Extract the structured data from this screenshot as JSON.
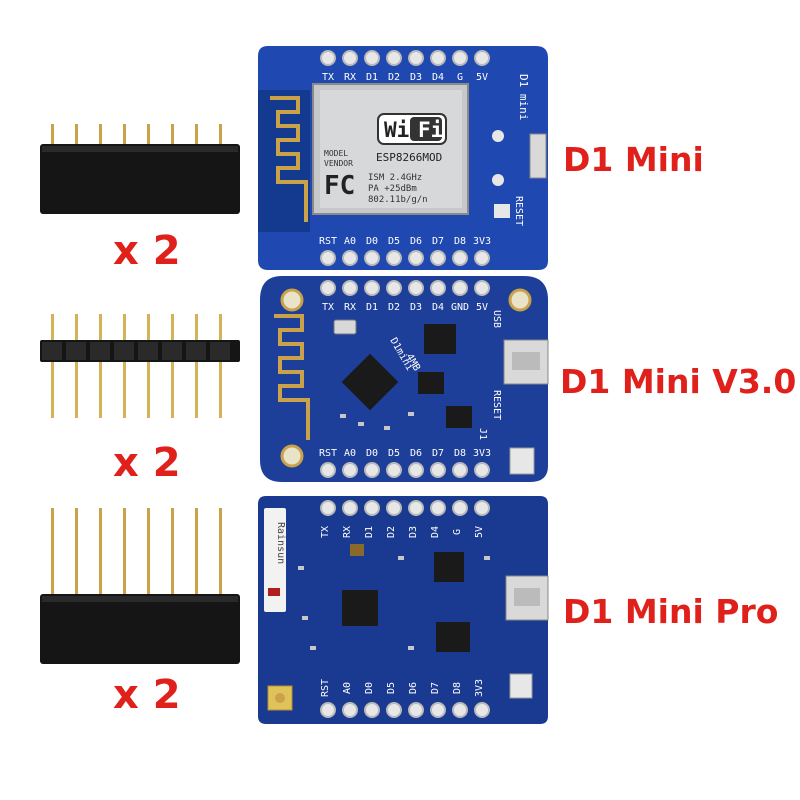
{
  "colors": {
    "label_red": "#e0201b",
    "pcb_blue": "#1a3f9c",
    "pcb_dark": "#0f2a73",
    "gold": "#c9a24a",
    "header_black": "#111111"
  },
  "rows": [
    {
      "quantity": "x 2",
      "header_type": "female-header",
      "board": {
        "label": "D1 Mini",
        "top_pins": [
          "TX",
          "RX",
          "D1",
          "D2",
          "D3",
          "D4",
          "G",
          "5V"
        ],
        "bottom_pins": [
          "RST",
          "A0",
          "D0",
          "D5",
          "D6",
          "D7",
          "D8",
          "3V3"
        ],
        "side_text": "D1 mini",
        "button_label": "RESET",
        "module": {
          "logo": "Wi Fi",
          "model_lines": [
            "MODEL",
            "VENDOR"
          ],
          "part": "ESP8266MOD",
          "spec_lines": [
            "ISM 2.4GHz",
            "PA +25dBm",
            "802.11b/g/n"
          ],
          "fc_mark": "FC"
        }
      }
    },
    {
      "quantity": "x 2",
      "header_type": "male-header",
      "board": {
        "label": "D1 Mini V3.0",
        "top_pins": [
          "TX",
          "RX",
          "D1",
          "D2",
          "D3",
          "D4",
          "GND",
          "5V"
        ],
        "bottom_pins": [
          "RST",
          "A0",
          "D0",
          "D5",
          "D6",
          "D7",
          "D8",
          "3V3"
        ],
        "side_text": "D1mini",
        "chip_text": "4MB",
        "usb_label": "USB",
        "reset_label": "RESET",
        "mark": "J1"
      }
    },
    {
      "quantity": "x 2",
      "header_type": "long-female-header",
      "board": {
        "label": "D1 Mini Pro",
        "top_pins": [
          "TX",
          "RX",
          "D1",
          "D2",
          "D3",
          "D4",
          "G",
          "5V"
        ],
        "bottom_pins": [
          "RST",
          "A0",
          "D0",
          "D5",
          "D6",
          "D7",
          "D8",
          "3V3"
        ],
        "antenna_label": "Rainsun"
      }
    }
  ]
}
